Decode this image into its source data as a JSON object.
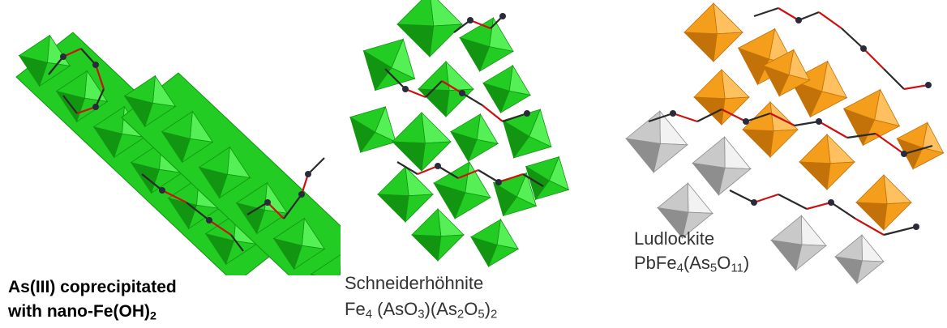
{
  "colors": {
    "green": "#22cc22",
    "green_dark": "#129612",
    "green_light": "#55f055",
    "orange": "#f59e1c",
    "orange_dark": "#c27208",
    "gray": "#c9c9c9",
    "gray_dark": "#8e8e8e",
    "gray_light": "#f2f2f2",
    "bond": "#cc1111",
    "bond_dark": "#2a2a2a",
    "atom": "#2a2a3a"
  },
  "panels": [
    {
      "structure": "edge-sharing green octahedral chains",
      "label_line1": "As(III) coprecipitated",
      "label_line2_prefix": "with nano-Fe(OH)",
      "label_line2_sub": "2"
    },
    {
      "structure": "green octahedral framework with As-O chains",
      "label_line1": "Schneiderhöhnite",
      "formula_parts": [
        "Fe",
        "4",
        " (AsO",
        "3",
        ")(As",
        "2",
        "O",
        "5",
        ")",
        "2"
      ]
    },
    {
      "structure": "orange and gray octahedra with As-O chains",
      "label_line1": "Ludlockite",
      "formula_parts": [
        "PbFe",
        "4",
        "(As",
        "5",
        "O",
        "11",
        ")"
      ]
    }
  ]
}
